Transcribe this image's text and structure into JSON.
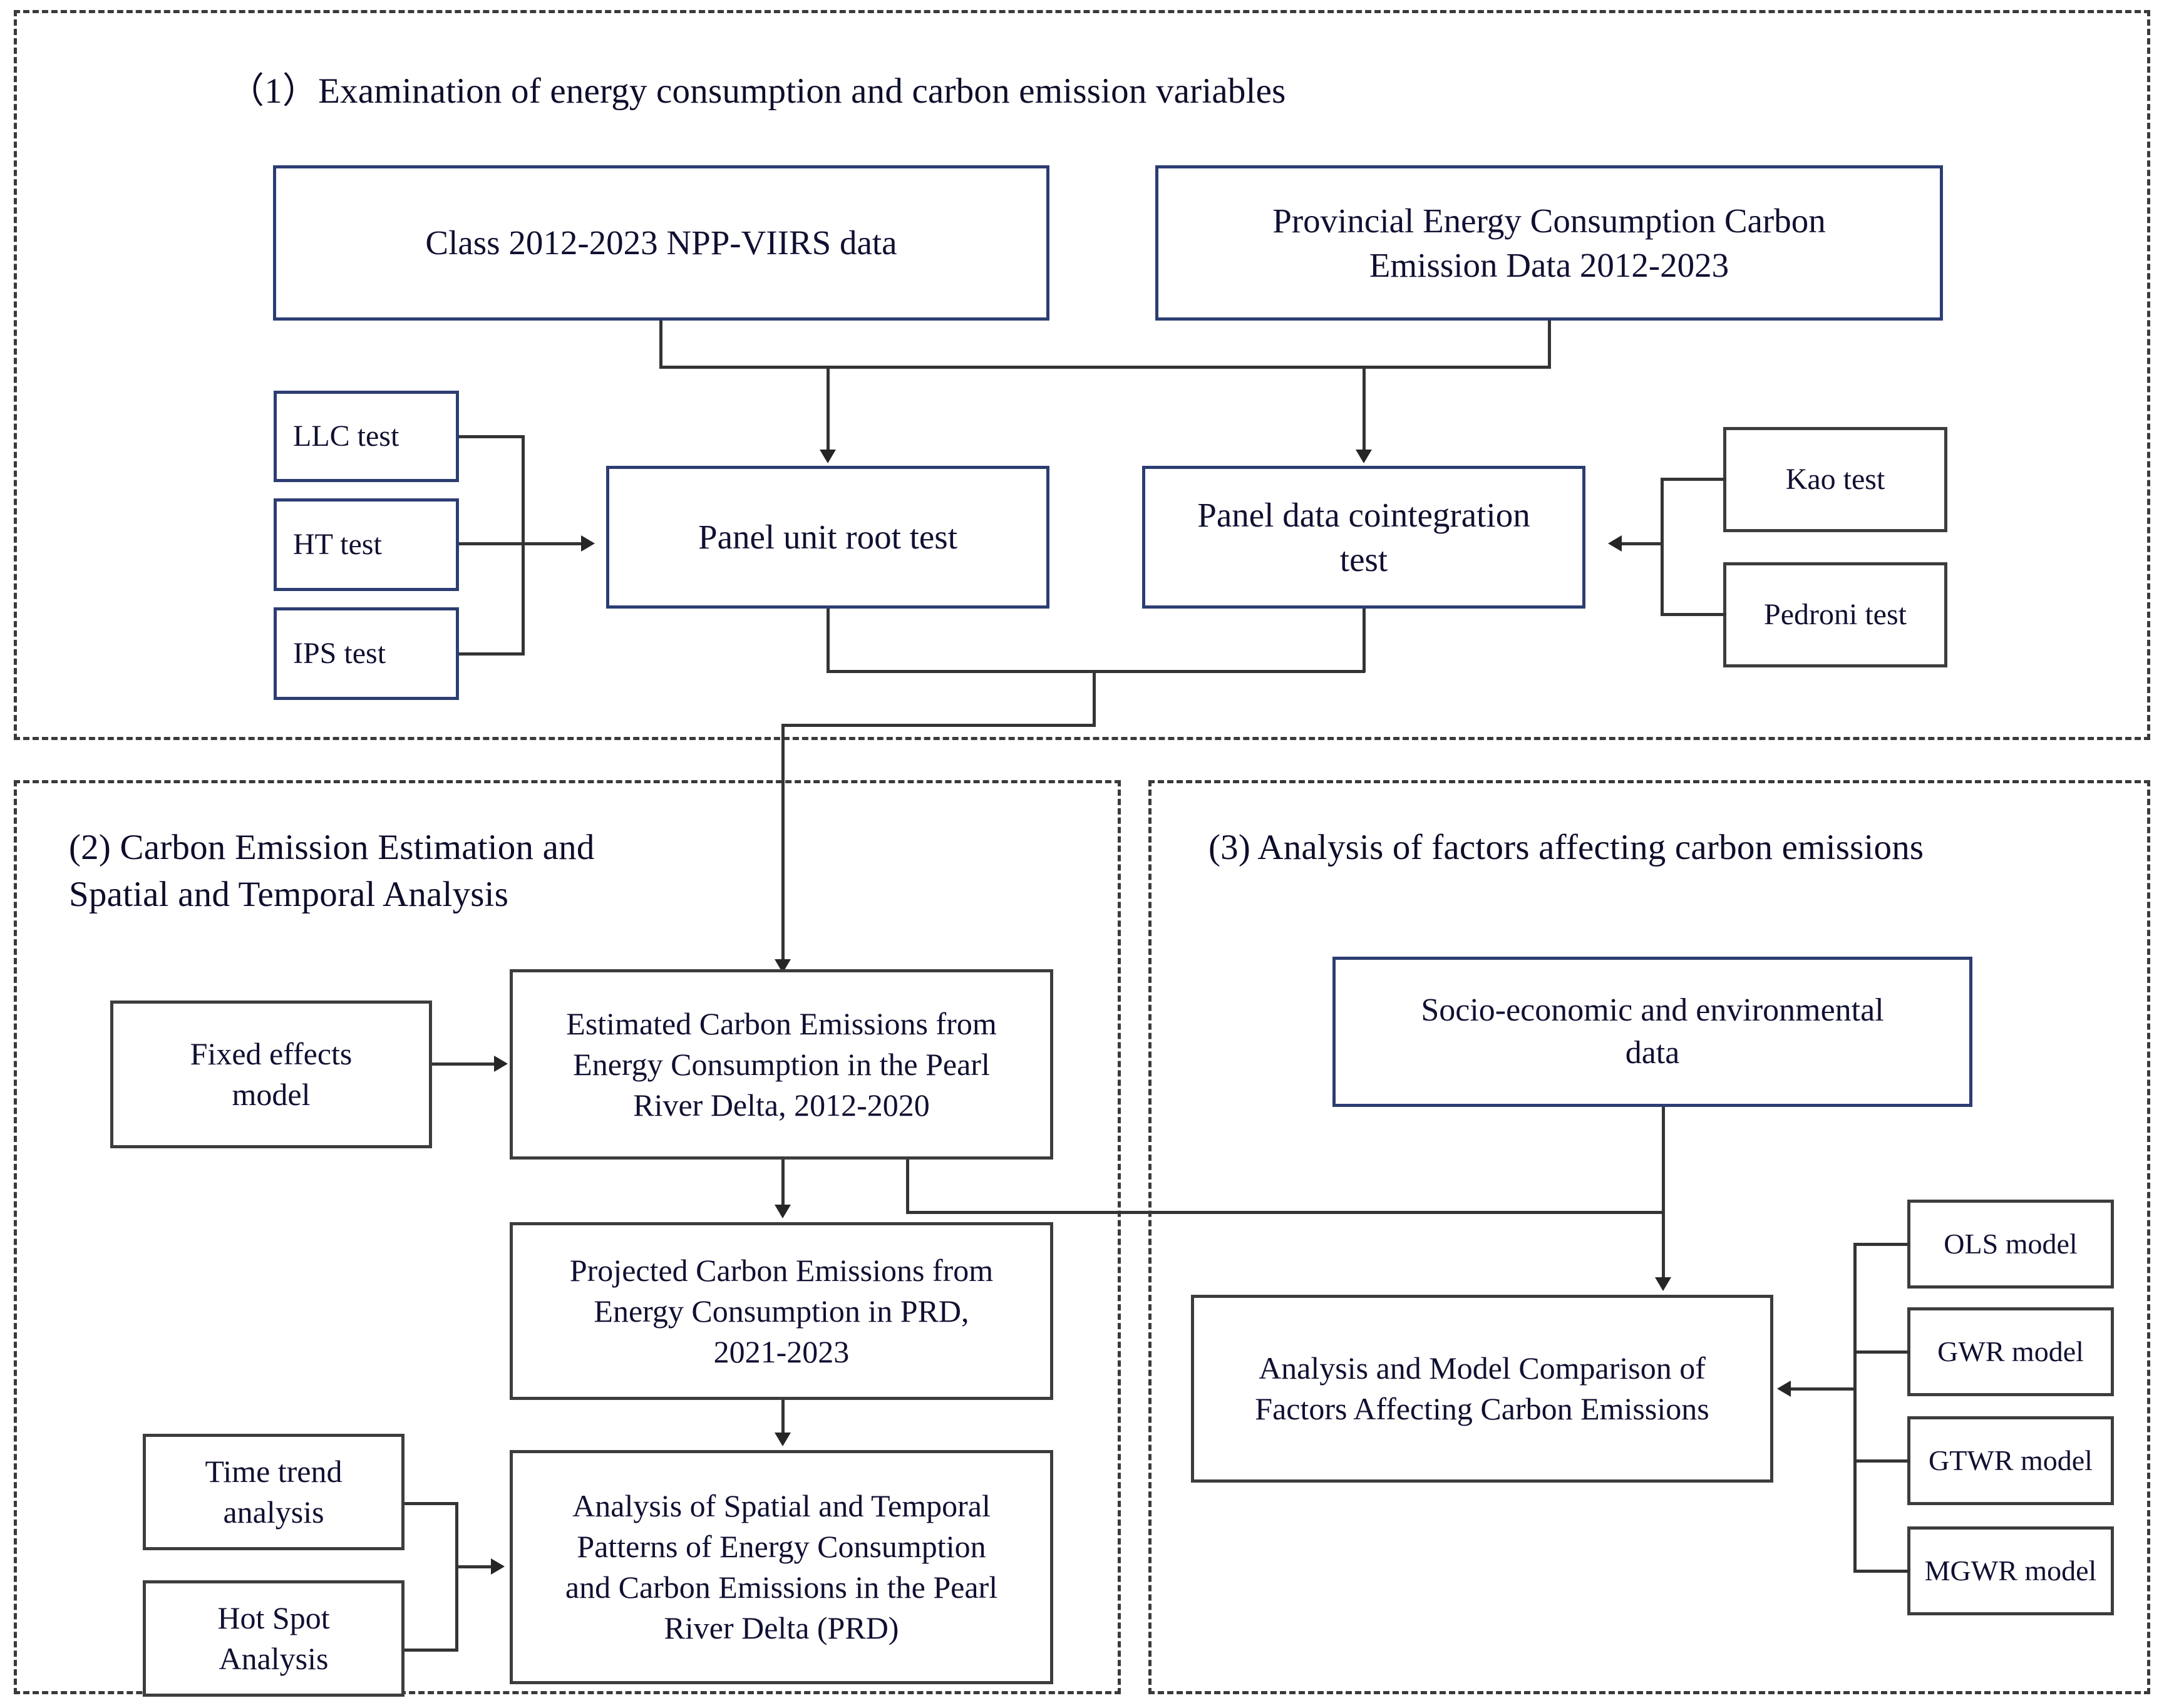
{
  "figure": {
    "type": "research-methodology-flowchart",
    "colors": {
      "navy_border": "#2c3d72",
      "grey_border": "#3d3d3d",
      "connector": "#343434",
      "panel_dash": "#3a3a3a",
      "text": "#101032",
      "background": "#ffffff"
    }
  },
  "sections": {
    "one": {
      "title": "（1）Examination of energy consumption and carbon emission variables",
      "nodes": {
        "npp_viirs": "Class 2012-2023 NPP-VIIRS data",
        "provincial": "Provincial Energy Consumption Carbon\nEmission Data 2012-2023",
        "llc": "LLC  test",
        "ht": "HT test",
        "ips": "IPS  test",
        "unit_root": "Panel unit root test",
        "cointegration": "Panel data cointegration\ntest",
        "kao": "Kao test",
        "pedroni": "Pedroni test"
      }
    },
    "two": {
      "title": "(2) Carbon Emission Estimation and\n     Spatial and Temporal Analysis",
      "nodes": {
        "fixed_effects": "Fixed effects\nmodel",
        "estimated": "Estimated Carbon Emissions  from\nEnergy Consumption in the Pearl\nRiver Delta, 2012-2020",
        "projected": "Projected Carbon Emissions from\nEnergy Consumption in PRD,\n2021-2023",
        "time_trend": "Time trend\nanalysis",
        "hot_spot": "Hot Spot\nAnalysis",
        "spatiotemporal": "Analysis of Spatial and Temporal\nPatterns of Energy Consumption\nand Carbon Emissions in the Pearl\nRiver Delta (PRD)"
      }
    },
    "three": {
      "title": "(3) Analysis of factors affecting carbon emissions",
      "nodes": {
        "socio": "Socio-economic and environmental\ndata",
        "comparison": "Analysis and Model Comparison of\nFactors Affecting Carbon Emissions",
        "ols": "OLS model",
        "gwr": "GWR model",
        "gtwr": "GTWR model",
        "mgwr": "MGWR model"
      }
    }
  }
}
